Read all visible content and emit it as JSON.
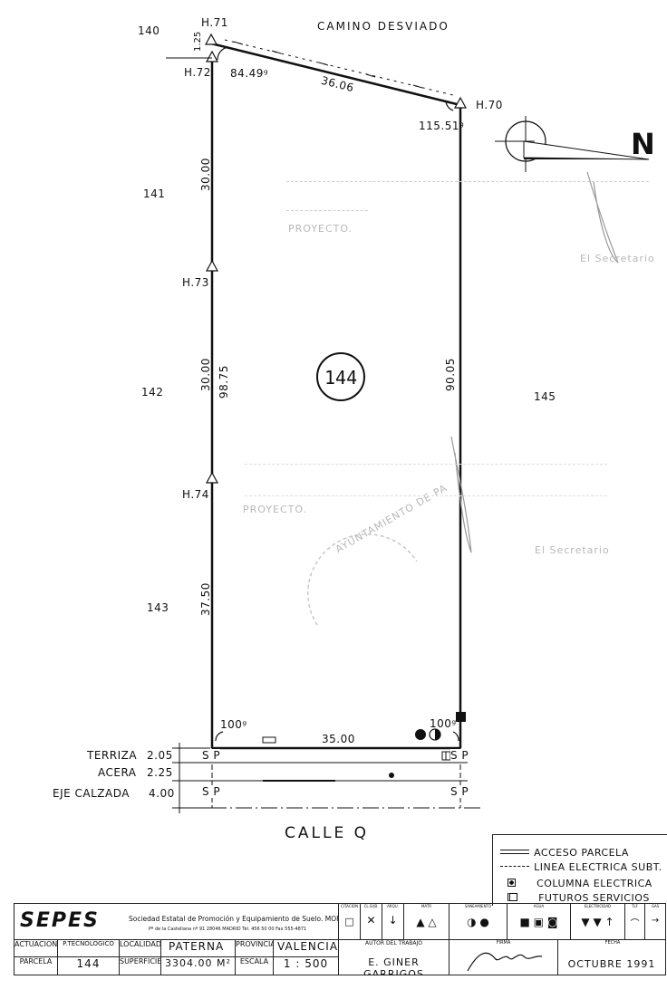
{
  "header": {
    "road_label": "CAMINO   DESVIADO"
  },
  "parcels": {
    "p140": "140",
    "p141": "141",
    "p142": "142",
    "p143": "143",
    "p145": "145",
    "main": "144"
  },
  "landmarks": {
    "h71": "H.71",
    "h72": "H.72",
    "h73": "H.73",
    "h74": "H.74",
    "h70": "H.70"
  },
  "dims": {
    "north_side": "36.06",
    "west_top": "30.00",
    "west_mid": "30.00",
    "west_total": "98.75",
    "west_bottom": "37.50",
    "east_side": "90.05",
    "south_side": "35.00",
    "small_offset": "1.25"
  },
  "angles": {
    "nw": "84.49ᵍ",
    "ne": "115.51ᵍ",
    "sw": "100ᵍ",
    "se": "100ᵍ"
  },
  "faint_text": {
    "proyecto_top": "PROYECTO.",
    "proyecto_bottom": "PROYECTO.",
    "secretario_top": "El Secretario",
    "secretario_bottom": "El Secretario",
    "stamp": "AYUNTAMIENTO DE PA"
  },
  "north_label": "N",
  "section": {
    "terriza_label": "TERRIZA",
    "terriza_value": "2.05",
    "acera_label": "ACERA",
    "acera_value": "2.25",
    "eje_label": "EJE CALZADA",
    "eje_value": "4.00",
    "sp": "S P"
  },
  "street_label": "CALLE  Q",
  "legend": [
    {
      "icon": "acceso-parcela-icon",
      "label": "ACCESO PARCELA"
    },
    {
      "icon": "linea-electrica-icon",
      "label": "LINEA ELECTRICA  SUBT."
    },
    {
      "icon": "columna-electrica-icon",
      "label": "COLUMNA  ELECTRICA"
    },
    {
      "icon": "futuros-servicios-icon",
      "label": "FUTUROS SERVICIOS"
    }
  ],
  "title_block": {
    "logo": "SEPES",
    "org_name": "Sociedad Estatal de Promoción y Equipamiento de Suelo. MOPU",
    "org_address": "Pº de la Castellana nº 91  28046 MADRID  Tel. 456 50 00  Fax 555-4871",
    "actuacion_label": "ACTUACION",
    "actuacion_value": "P.TECNOLOGICO",
    "parcela_label": "PARCELA",
    "parcela_value": "144",
    "localidad_label": "LOCALIDAD",
    "localidad_value": "PATERNA",
    "superficie_label": "SUPERFICIE",
    "superficie_value": "3304.00 M²",
    "provincia_label": "PROVINCIA",
    "provincia_value": "VALENCIA",
    "escala_label": "ESCALA",
    "escala_value": "1 : 500",
    "autor_label": "AUTOR  DEL  TRABAJO",
    "autor_value": "E. GINER GARRIGOS",
    "firma_label": "FIRMA",
    "fecha_label": "FECHA",
    "fecha_value": "OCTUBRE  1991",
    "header_cells": [
      "CITACION",
      "CL.SUB.",
      "ARQU.",
      "MATR",
      "SANEAMIENTO",
      "AGUA",
      "ELECTRICIDAD",
      "TLF",
      "GAS"
    ]
  }
}
